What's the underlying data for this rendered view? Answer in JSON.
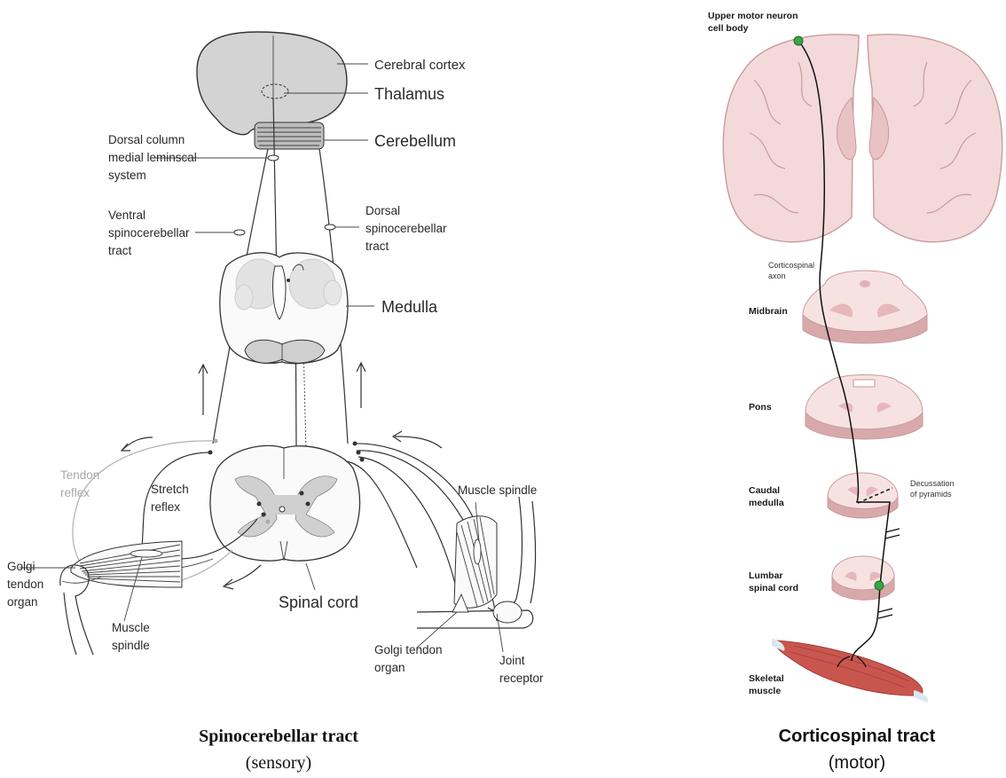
{
  "left_panel": {
    "labels": {
      "cerebral_cortex": "Cerebral cortex",
      "thalamus": "Thalamus",
      "cerebellum": "Cerebellum",
      "dorsal_column": [
        "Dorsal column",
        "medial leminscal",
        "system"
      ],
      "ventral_tract": [
        "Ventral",
        "spinocerebellar",
        "tract"
      ],
      "dorsal_tract": [
        "Dorsal",
        "spinocerebellar",
        "tract"
      ],
      "medulla": "Medulla",
      "tendon_reflex": [
        "Tendon",
        "reflex"
      ],
      "stretch_reflex": [
        "Stretch",
        "reflex"
      ],
      "muscle_spindle_right": "Muscle spindle",
      "golgi_left": [
        "Golgi",
        "tendon",
        "organ"
      ],
      "muscle_spindle_left": [
        "Muscle",
        "spindle"
      ],
      "spinal_cord": "Spinal cord",
      "golgi_right": [
        "Golgi tendon",
        "organ"
      ],
      "joint_receptor": [
        "Joint",
        "receptor"
      ]
    },
    "caption": {
      "title": "Spinocerebellar tract",
      "subtitle": "(sensory)"
    }
  },
  "right_panel": {
    "labels": {
      "upper_motor": [
        "Upper motor neuron",
        "cell body"
      ],
      "corticospinal_axon": [
        "Corticospinal",
        "axon"
      ],
      "midbrain": "Midbrain",
      "pons": "Pons",
      "caudal_medulla": [
        "Caudal",
        "medulla"
      ],
      "decussation": [
        "Decussation",
        "of pyramids"
      ],
      "lumbar": [
        "Lumbar",
        "spinal cord"
      ],
      "skeletal_muscle": [
        "Skeletal",
        "muscle"
      ]
    },
    "caption": {
      "title": "Corticospinal tract",
      "subtitle": "(motor)"
    }
  },
  "colors": {
    "neuron_body": "#3aa645",
    "brain_tissue": "#f4d9da",
    "grey_matter": "#d9d9d9"
  }
}
